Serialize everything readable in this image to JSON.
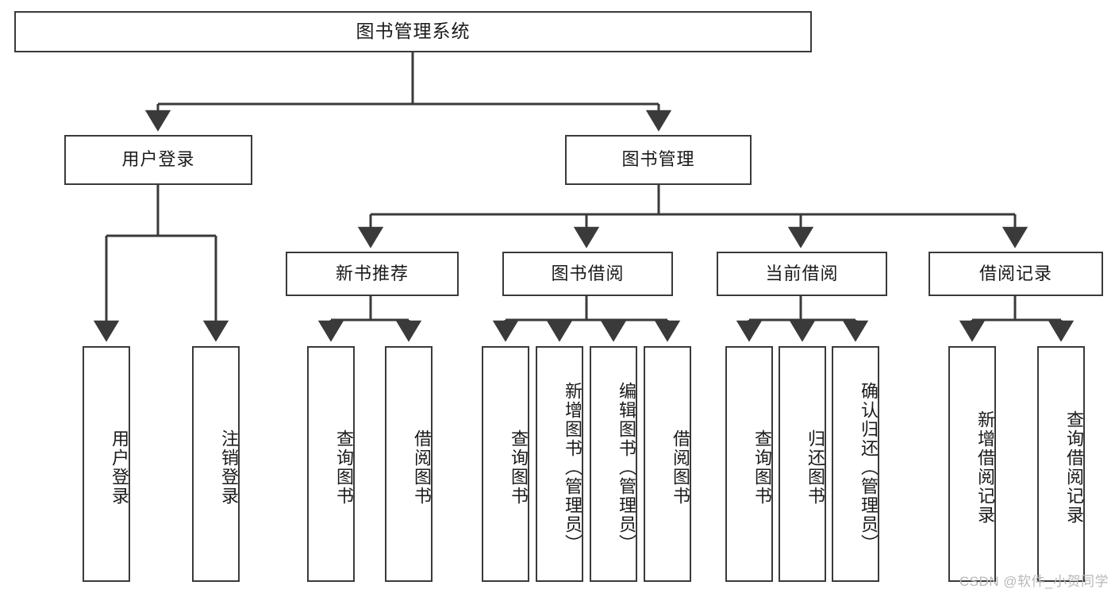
{
  "diagram": {
    "type": "tree-hierarchy-diagram",
    "title": "图书管理系统",
    "orientation": "top-down",
    "colors": {
      "background": "#ffffff",
      "box_border": "#3a3a3a",
      "box_fill": "#ffffff",
      "edge": "#3a3a3a",
      "text": "#1a1a1a",
      "watermark": "#b8b8b8"
    }
  },
  "nodes": {
    "root": {
      "label": "图书管理系统",
      "level": 0
    },
    "level2": [
      {
        "id": "user-login",
        "label": "用户登录"
      },
      {
        "id": "book-manage",
        "label": "图书管理"
      }
    ],
    "level3": [
      {
        "id": "new-book-recommend",
        "label": "新书推荐"
      },
      {
        "id": "book-borrow",
        "label": "图书借阅"
      },
      {
        "id": "current-borrow",
        "label": "当前借阅"
      },
      {
        "id": "borrow-record",
        "label": "借阅记录"
      }
    ],
    "leaves": {
      "user-login": [
        {
          "id": "leaf-user-login",
          "label": "用户登录"
        },
        {
          "id": "leaf-user-logout",
          "label": "注销登录"
        }
      ],
      "new-book-recommend": [
        {
          "id": "leaf-query-book-1",
          "label": "查询图书"
        },
        {
          "id": "leaf-borrow-book-1",
          "label": "借阅图书"
        }
      ],
      "book-borrow": [
        {
          "id": "leaf-query-book-2",
          "label": "查询图书"
        },
        {
          "id": "leaf-add-book",
          "label": "新增图书（管理员）"
        },
        {
          "id": "leaf-edit-book",
          "label": "编辑图书（管理员）"
        },
        {
          "id": "leaf-borrow-book-2",
          "label": "借阅图书"
        }
      ],
      "current-borrow": [
        {
          "id": "leaf-query-book-3",
          "label": "查询图书"
        },
        {
          "id": "leaf-return-book",
          "label": "归还图书"
        },
        {
          "id": "leaf-confirm-return",
          "label": "确认归还（管理员）"
        }
      ],
      "borrow-record": [
        {
          "id": "leaf-add-record",
          "label": "新增借阅记录"
        },
        {
          "id": "leaf-query-record",
          "label": "查询借阅记录"
        }
      ]
    }
  },
  "watermark": {
    "text": "CSDN @软件_小贺同学"
  }
}
